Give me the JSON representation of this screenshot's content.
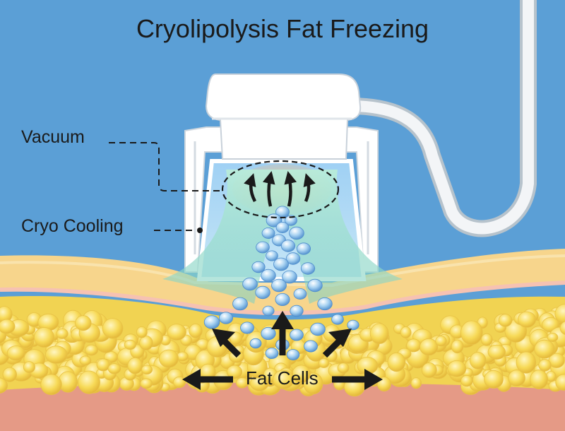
{
  "title": "Cryolipolysis Fat Freezing",
  "labels": {
    "vacuum": "Vacuum",
    "cryo_cooling": "Cryo Cooling",
    "fat_cells": "Fat Cells"
  },
  "colors": {
    "background": "#5b9fd6",
    "applicator": "#ffffff",
    "fat": "#f4d650",
    "skin": "#f7d58c",
    "muscle": "#e59a86",
    "cooling": "#8fd8c8",
    "frozen_cell": "#a9d3f2",
    "arrow": "#1a1a1a"
  },
  "icons": [
    "arrow-icon"
  ]
}
